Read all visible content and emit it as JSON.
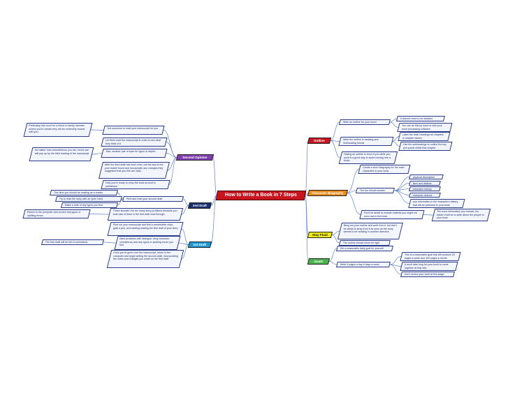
{
  "central_topic": "How to Write a Book in 7 Steps",
  "colors": {
    "central": "#c8141f",
    "connector": "#5f86c4",
    "outline": "#c8141f",
    "character_biography": "#e88b1a",
    "stay_fluid": "#f0ea1a",
    "goals": "#4bb34b",
    "second_opinion": "#7f3fae",
    "second_draft": "#1a2f6e",
    "first_draft": "#1d9ad6"
  },
  "branches": {
    "outline": {
      "label": "Outline",
      "items": [
        "Write an outline for your novel",
        "It doesn't need to be detailed",
        "You can do this by hand or with your word processing software.",
        "Write the outline in heading and Subheading format",
        "Label the main headings as chapters or chapter names",
        "Use the subheadings to outline the key plot points within that chapter.",
        "Having an outline in front of you while you work is a good way to avoid running into a block."
      ]
    },
    "character_biography": {
      "label": "Character Biography",
      "items": [
        "Create a short biography for the main characters in your book",
        "The bio should contain",
        "physical description",
        "likes and dislikes",
        "education history",
        "character defects",
        "any information in the character's history that will be pertinent to your book",
        "Don't be afraid to include material you might not even use in the book",
        "The more information you include, the easier it will be to write about the people in your book"
      ]
    },
    "stay_fluid": {
      "label": "Stay Fluid",
      "items": [
        "Bring out your outline and work from it, but don't be afraid to stray from it as soon as the story seems to be heading in another direction",
        "The outline should never be rigid"
      ]
    },
    "goals": {
      "label": "Goals",
      "items": [
        "Set a reasonable daily goal for yourself",
        "Write 5 pages a day 6 days a week",
        "This is a reasonable goal that will produce 25 pages a week and 100 pages a month",
        "It won't take long for your book to come together at that rate.",
        "Don't review your work at this stage."
      ]
    },
    "second_opinion": {
      "label": "Second Opinion",
      "items": [
        "Get someone to read your manuscript for you.",
        "Preferably, this won't be a friend or family member unless you're certain they will be extremely honest with you",
        "Let them read the manuscript in order to see what they think of it",
        "Also, another pair of eyes for typos is helpful",
        "No matter how conscientious you are, errors can still pop up by the third reading of the manuscript",
        "After the third draft has been read, correct any errors your reader found and incorporate any changes they suggested that you feel are valid.",
        "Now you're ready to shop the book around to publishers!"
      ]
    },
    "second_draft": {
      "label": "2nd Draft",
      "items": [
        "Print and read your second draft",
        "This time you should be reading as a reader",
        "Try to read the story with an open mind",
        "Make a note of any typos you find",
        "These shouldn't be too many story problems because you took care of them in the first draft read through.",
        "Return to the computer and correct any typos or spelling errors."
      ]
    },
    "first_draft": {
      "label": "1st Draft",
      "items": [
        "Print out your manuscript and find a comfortable chair, grab a pen, and starting reading the first draft of your story",
        "Mark problems with dialogue, story structure, consistency and any typos or spelling errors you find",
        "The first draft will be full of corrections",
        "Once you're gone over the manuscript, return to the computer and begin writing the second draft, incorporating the notes and changes you wrote on the first draft."
      ]
    }
  }
}
